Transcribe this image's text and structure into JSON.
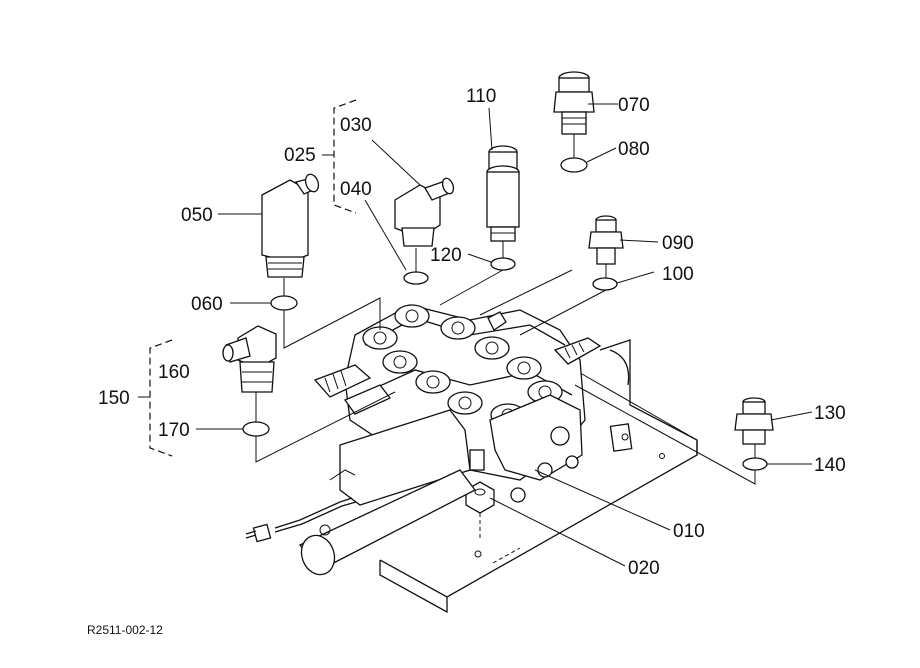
{
  "reference": "R2511-002-12",
  "callouts": [
    {
      "id": "010",
      "label": "010"
    },
    {
      "id": "020",
      "label": "020"
    },
    {
      "id": "025",
      "label": "025"
    },
    {
      "id": "030",
      "label": "030"
    },
    {
      "id": "040",
      "label": "040"
    },
    {
      "id": "050",
      "label": "050"
    },
    {
      "id": "060",
      "label": "060"
    },
    {
      "id": "070",
      "label": "070"
    },
    {
      "id": "080",
      "label": "080"
    },
    {
      "id": "090",
      "label": "090"
    },
    {
      "id": "100",
      "label": "100"
    },
    {
      "id": "110",
      "label": "110"
    },
    {
      "id": "120",
      "label": "120"
    },
    {
      "id": "130",
      "label": "130"
    },
    {
      "id": "140",
      "label": "140"
    },
    {
      "id": "150",
      "label": "150"
    },
    {
      "id": "160",
      "label": "160"
    },
    {
      "id": "170",
      "label": "170"
    }
  ]
}
